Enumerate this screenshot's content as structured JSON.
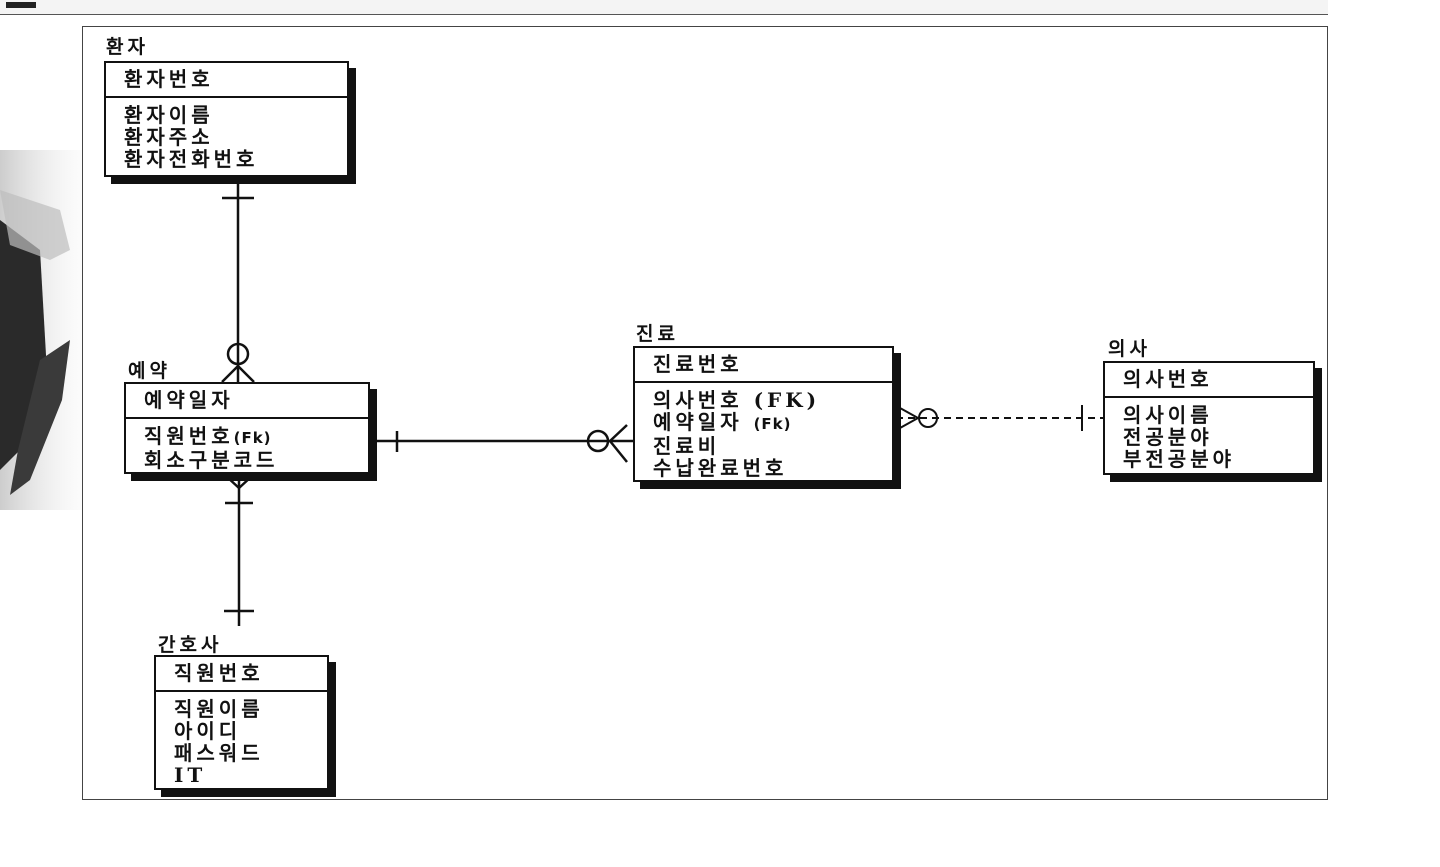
{
  "entities": {
    "patient": {
      "name": "환자",
      "pk": "환자번호",
      "attributes": [
        "환자이름",
        "환자주소",
        "환자전화번호"
      ]
    },
    "reservation": {
      "name": "예약",
      "pk": "예약일자",
      "attributes": [
        "직원번호",
        "회소구분코드"
      ],
      "annotation": "(Fk)"
    },
    "nurse": {
      "name": "간호사",
      "pk": "직원번호",
      "attributes": [
        "직원이름",
        "아이디",
        "패스워드",
        "IT"
      ]
    },
    "treatment": {
      "name": "진료",
      "pk": "진료번호",
      "attributes": [
        "의사번호 (FK)",
        "예약일자",
        "진료비",
        "수납완료번호"
      ],
      "annotation": "(Fk)"
    },
    "doctor": {
      "name": "의사",
      "pk": "의사번호",
      "attributes": [
        "의사이름",
        "전공분야",
        "부전공분야"
      ]
    }
  },
  "relationships": [
    {
      "from": "patient",
      "to": "reservation",
      "from_cardinality": "one",
      "to_cardinality": "zero-or-many",
      "style": "solid"
    },
    {
      "from": "reservation",
      "to": "treatment",
      "from_cardinality": "one",
      "to_cardinality": "zero-or-many",
      "style": "solid"
    },
    {
      "from": "reservation",
      "to": "nurse",
      "from_cardinality": "one-or-many",
      "to_cardinality": "one",
      "style": "solid"
    },
    {
      "from": "doctor",
      "to": "treatment",
      "from_cardinality": "one",
      "to_cardinality": "zero-or-many",
      "style": "dashed"
    }
  ],
  "colors": {
    "line": "#111111",
    "background": "#ffffff",
    "frame": "#444444"
  }
}
